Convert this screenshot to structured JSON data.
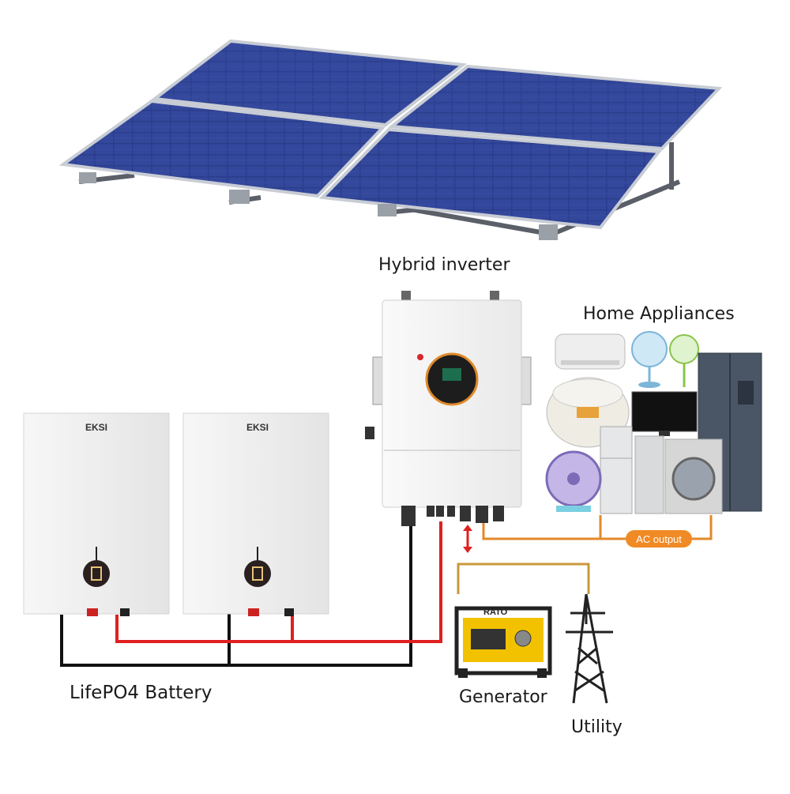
{
  "labels": {
    "hybrid_inverter": "Hybrid inverter",
    "home_appliances": "Home Appliances",
    "battery": "LifePO4 Battery",
    "generator": "Generator",
    "utility": "Utility",
    "ac_output": "AC output"
  },
  "battery_brand": "EKSI",
  "generator_brand": "RATO",
  "colors": {
    "panel_cell": "#2d3f8f",
    "panel_frame": "#c8ccd4",
    "dc_positive_wire": "#e02020",
    "dc_negative_wire": "#111111",
    "ac_wire": "#e3892b",
    "ac_badge": "#f08a24",
    "generator_body": "#f2c200",
    "battery_body": "#eeeeee",
    "inverter_body": "#f4f4f4"
  },
  "icons": [
    "solar-panel-array",
    "hybrid-inverter",
    "battery-unit",
    "generator",
    "utility-tower",
    "air-conditioner",
    "desk-fan",
    "rice-cooker",
    "tv",
    "refrigerator",
    "washing-machine",
    "bidirectional-arrow-icon"
  ]
}
